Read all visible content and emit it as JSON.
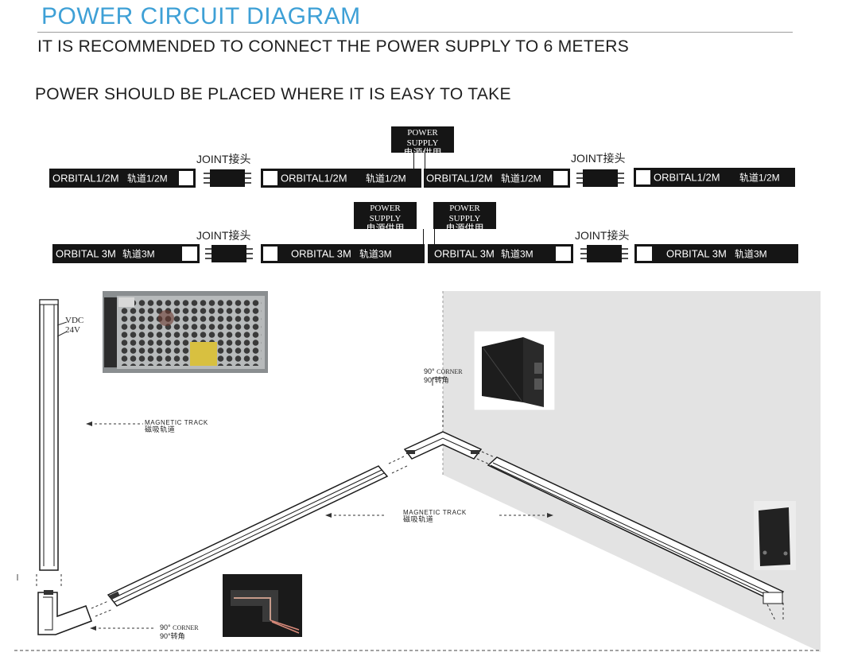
{
  "header": {
    "title": "POWER CIRCUIT DIAGRAM",
    "subtitle_1": "IT IS RECOMMENDED TO CONNECT THE POWER SUPPLY TO 6 METERS",
    "subtitle_2": "POWER SHOULD BE PLACED WHERE IT IS EASY TO TAKE"
  },
  "row1": {
    "rail_1": {
      "en": "ORBITAL1/2M",
      "cn": "轨道1/2M"
    },
    "rail_2": {
      "en": "ORBITAL1/2M",
      "cn": "轨道1/2M"
    },
    "rail_3": {
      "en": "ORBITAL1/2M",
      "cn": "轨道1/2M"
    },
    "rail_4": {
      "en": "ORBITAL1/2M",
      "cn": "轨道1/2M"
    },
    "joint_1": "JOINT接头",
    "joint_2": "JOINT接头",
    "power_supply": {
      "en": "POWER SUPPLY",
      "cn": "电源供用"
    }
  },
  "row2": {
    "rail_1": {
      "en": "ORBITAL 3M",
      "cn": "轨道3M"
    },
    "rail_2": {
      "en": "ORBITAL 3M",
      "cn": "轨道3M"
    },
    "rail_3": {
      "en": "ORBITAL 3M",
      "cn": "轨道3M"
    },
    "rail_4": {
      "en": "ORBITAL 3M",
      "cn": "轨道3M"
    },
    "joint_1": "JOINT接头",
    "joint_2": "JOINT接头",
    "power_supply_1": {
      "en": "POWER SUPPLY",
      "cn": "电源供用"
    },
    "power_supply_2": {
      "en": "POWER SUPPLY",
      "cn": "电源供用"
    }
  },
  "install": {
    "vdc_label": "VDC",
    "vdc_value": "24V",
    "magnetic_track_1": {
      "en": "MAGNETIC TRACK",
      "cn": "磁吸轨道"
    },
    "magnetic_track_2": {
      "en": "MAGNETIC TRACK",
      "cn": "磁吸轨道"
    },
    "corner_top": {
      "deg": "90°",
      "en": "CORNER",
      "cn": "90°转角"
    },
    "corner_bottom": {
      "deg": "90°",
      "en": "CORNER",
      "cn": "90°转角"
    }
  }
}
